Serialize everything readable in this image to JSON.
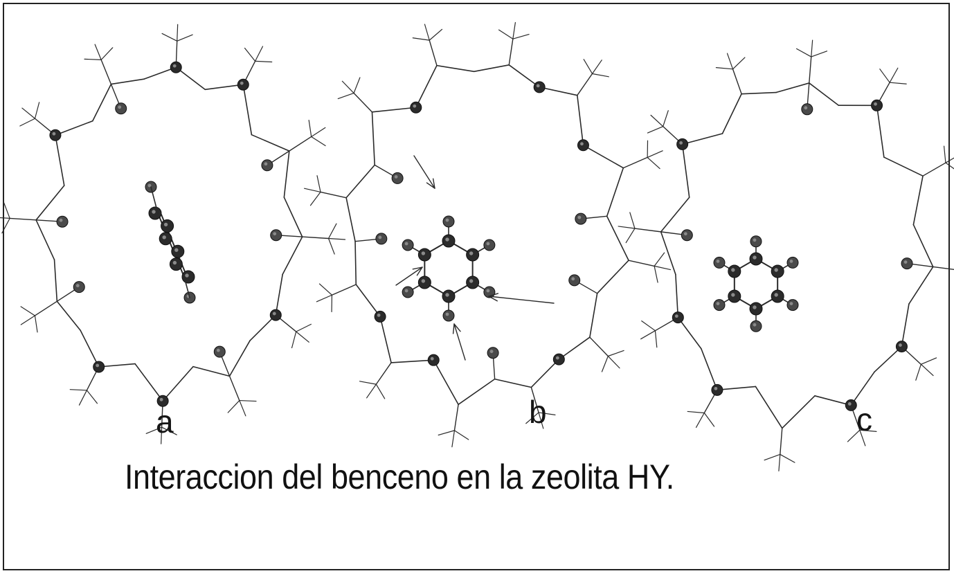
{
  "figure": {
    "panels": [
      {
        "id": "a",
        "label": "a"
      },
      {
        "id": "b",
        "label": "b"
      },
      {
        "id": "c",
        "label": "c"
      }
    ],
    "caption": "Interaccion del benceno en la zeolita HY."
  },
  "colors": {
    "frame": "#222222",
    "bond": "#2a2a2a",
    "atom": "#2b2b2b",
    "background": "#ffffff"
  }
}
